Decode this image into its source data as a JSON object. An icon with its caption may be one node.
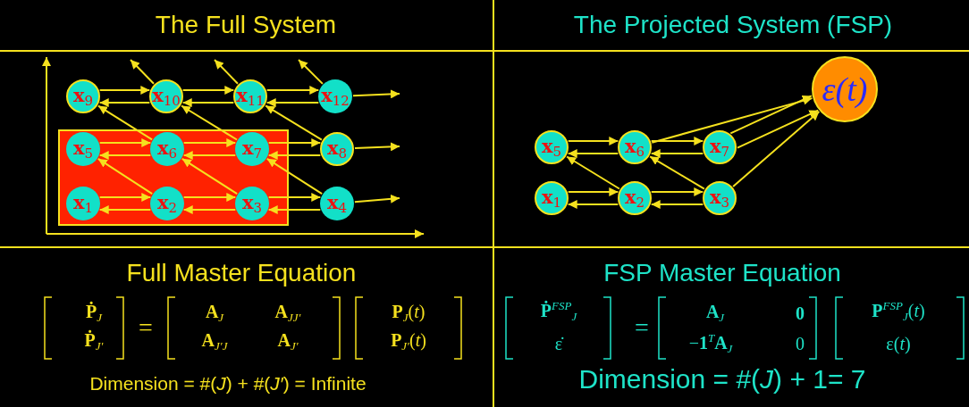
{
  "diagram": {
    "nodes": [
      {
        "text": [],
        "shape": "box"
      },
      {
        "text": [
          "**x**$_{9}$"
        ]
      },
      {
        "text": [
          "**x**$_{10}$"
        ]
      },
      {
        "text": [
          "**x**$_{11}$"
        ]
      },
      {
        "text": [
          "**x**$_{12}$"
        ]
      },
      {
        "text": [
          "**x**$_{5}$"
        ],
        "in": 0
      },
      {
        "text": [
          "**x**$_{6}$"
        ],
        "in": 0
      },
      {
        "text": [
          "**x**$_{7}$"
        ],
        "in": 0
      },
      {
        "text": [
          "**x**$_{8}$"
        ]
      },
      {
        "text": [
          "**x**$_{1}$"
        ],
        "in": 0
      },
      {
        "text": [
          "**x**$_{2}$"
        ],
        "in": 0
      },
      {
        "text": [
          "**x**$_{3}$"
        ],
        "in": 0
      },
      {
        "text": [
          "**x**$_{4}$"
        ]
      },
      {
        "text": [
          "**x**$_{5}$"
        ]
      },
      {
        "text": [
          "**x**$_{6}$"
        ]
      },
      {
        "text": [
          "**x**$_{7}$"
        ]
      },
      {
        "text": [
          "**x**$_{1}$"
        ]
      },
      {
        "text": [
          "**x**$_{2}$"
        ]
      },
      {
        "text": [
          "**x**$_{3}$"
        ]
      },
      {
        "text": [
          "ε(t)"
        ]
      }
    ],
    "edges": [
      {
        "from": 1,
        "to": 2,
        "arrow": "to"
      },
      {
        "from": 2,
        "to": 1,
        "arrow": "to"
      },
      {
        "from": 2,
        "to": 3,
        "arrow": "to"
      },
      {
        "from": 3,
        "to": 2,
        "arrow": "to"
      },
      {
        "from": 3,
        "to": 4,
        "arrow": "to"
      },
      {
        "from": 4,
        "to": 3,
        "arrow": "to"
      },
      {
        "from": 4,
        "to": null,
        "arrow": "to"
      },
      {
        "from": 2,
        "to": null,
        "arrow": "to"
      },
      {
        "from": 3,
        "to": null,
        "arrow": "to"
      },
      {
        "from": 4,
        "to": null,
        "arrow": "to"
      },
      {
        "from": 6,
        "to": 1,
        "arrow": "to"
      },
      {
        "from": 7,
        "to": 2,
        "arrow": "to"
      },
      {
        "from": 8,
        "to": 3,
        "arrow": "to"
      },
      {
        "from": 5,
        "to": 6,
        "arrow": "to"
      },
      {
        "from": 6,
        "to": 5,
        "arrow": "to"
      },
      {
        "from": 6,
        "to": 7,
        "arrow": "to"
      },
      {
        "from": 7,
        "to": 6,
        "arrow": "to"
      },
      {
        "from": 7,
        "to": 8,
        "arrow": "to"
      },
      {
        "from": 8,
        "to": 7,
        "arrow": "to"
      },
      {
        "from": 8,
        "to": null,
        "arrow": "to"
      },
      {
        "from": 10,
        "to": 5,
        "arrow": "to"
      },
      {
        "from": 11,
        "to": 6,
        "arrow": "to"
      },
      {
        "from": 12,
        "to": 7,
        "arrow": "to"
      },
      {
        "from": 9,
        "to": 10,
        "arrow": "to"
      },
      {
        "from": 10,
        "to": 9,
        "arrow": "to"
      },
      {
        "from": 10,
        "to": 11,
        "arrow": "to"
      },
      {
        "from": 11,
        "to": 10,
        "arrow": "to"
      },
      {
        "from": 11,
        "to": 12,
        "arrow": "to"
      },
      {
        "from": 12,
        "to": 11,
        "arrow": "to"
      },
      {
        "from": 12,
        "to": null,
        "arrow": "to"
      },
      {
        "from": 13,
        "to": 14,
        "arrow": "to"
      },
      {
        "from": 14,
        "to": 13,
        "arrow": "to"
      },
      {
        "from": 14,
        "to": 15,
        "arrow": "to"
      },
      {
        "from": 15,
        "to": 14,
        "arrow": "to"
      },
      {
        "from": 16,
        "to": 17,
        "arrow": "to"
      },
      {
        "from": 17,
        "to": 16,
        "arrow": "to"
      },
      {
        "from": 17,
        "to": 18,
        "arrow": "to"
      },
      {
        "from": 18,
        "to": 17,
        "arrow": "to"
      },
      {
        "from": 17,
        "to": 13,
        "arrow": "to"
      },
      {
        "from": 18,
        "to": 14,
        "arrow": "to"
      },
      {
        "from": 14,
        "to": 19,
        "arrow": "to"
      },
      {
        "from": 15,
        "to": 19,
        "arrow": "to"
      },
      {
        "from": 15,
        "to": 19,
        "arrow": "to"
      },
      {
        "from": 18,
        "to": 19,
        "arrow": "to"
      }
    ],
    "labels": [
      "The Full System",
      "The Projected System (FSP)",
      "Full Master Equation",
      "**Ṗ**$_{J}$",
      "**Ṗ**$_{J′}$",
      "=",
      "**A**$_{J}$",
      "**A**$_{JJ′}$",
      "**A**$_{J′J}$",
      "**A**$_{J′}$",
      "**P**$_{J}$(*t*)",
      "**P**$_{J′}$(*t*)",
      "Dimension = #(*J*) + #(*J′*) = Infinite",
      "FSP Master Equation",
      "**Ṗ**$^{FSP}$$_{J}$",
      "ε̇",
      "=",
      "**A**$_{J}$",
      "**0**",
      "−**1**$^{T}$**A**$_{J}$",
      "0",
      "**P**$^{FSP}$$_{J}$(*t*)",
      "ε(*t*)",
      "Dimension = #(*J*) + 1= 7"
    ]
  }
}
